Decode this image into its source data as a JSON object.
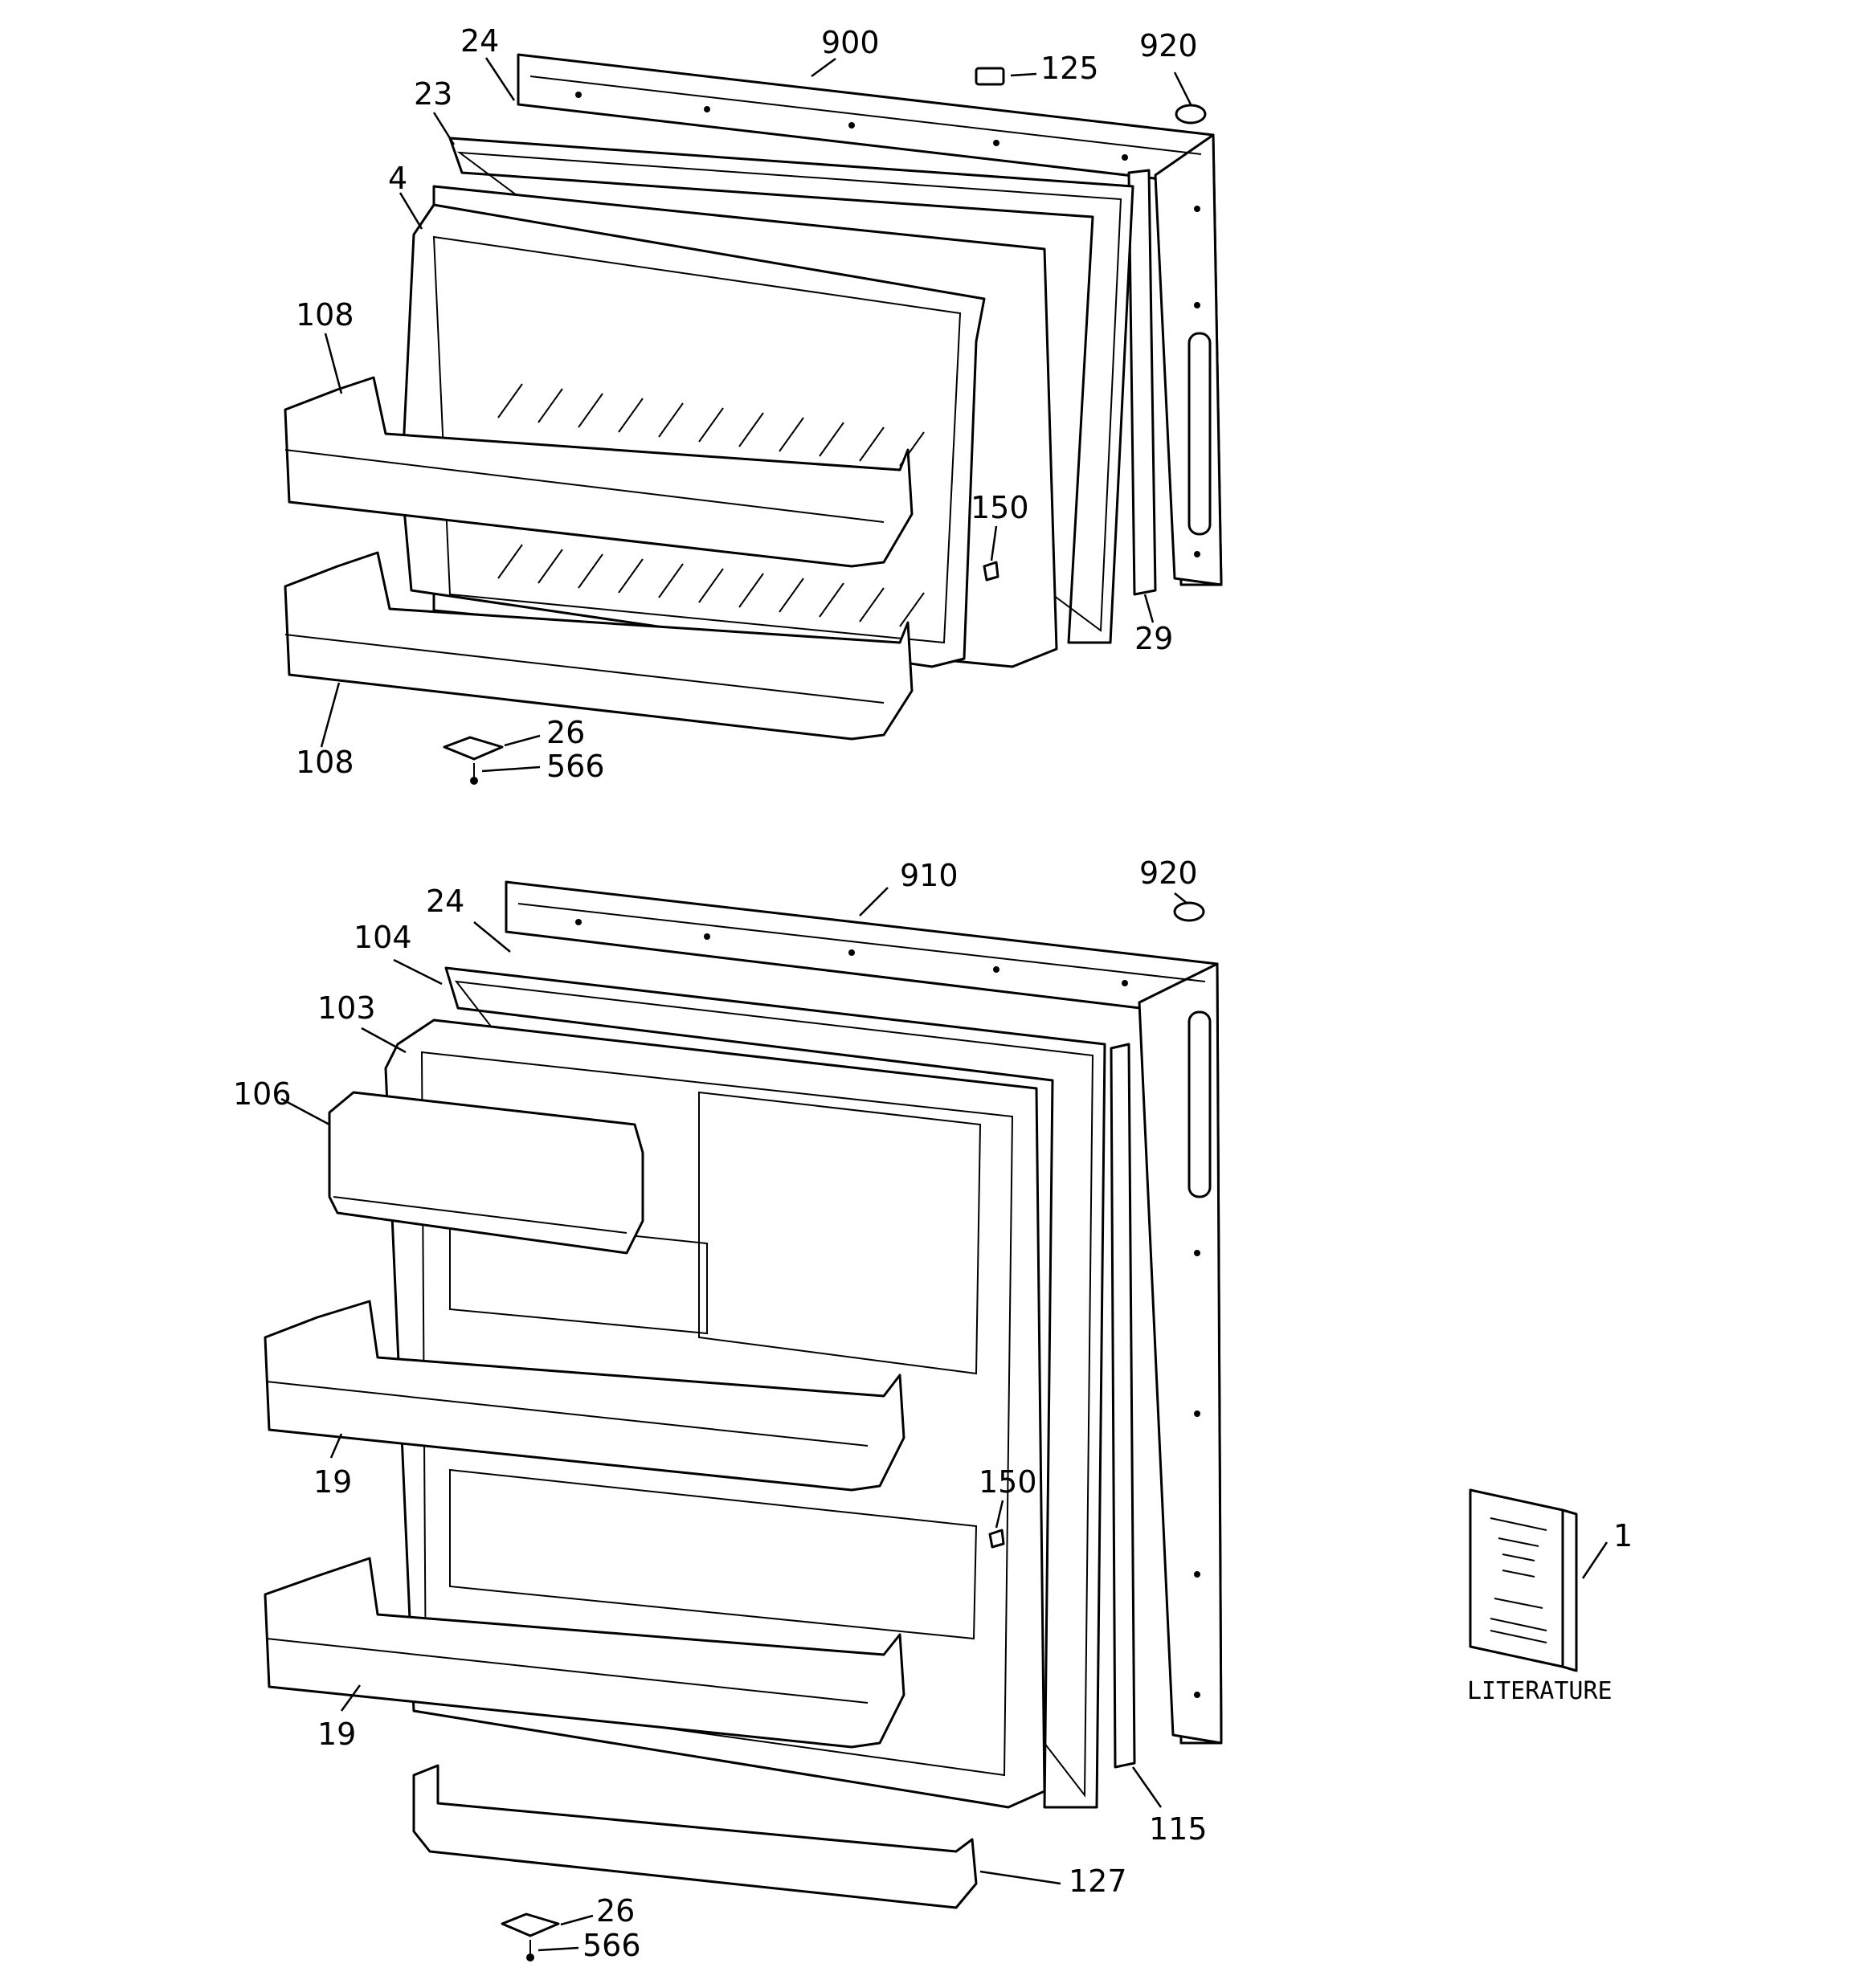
{
  "freezer_door": {
    "labels": {
      "door": "900",
      "plug": "920",
      "clip": "125",
      "gasket_top": "24",
      "gasket": "23",
      "liner": "4",
      "shelf_upper": "108",
      "shelf_lower": "108",
      "screw_plug": "150",
      "breaker_strip": "29",
      "hinge": "26",
      "hinge_screw": "566"
    }
  },
  "fresh_food_door": {
    "labels": {
      "door": "910",
      "plug": "920",
      "gasket_top": "24",
      "gasket": "104",
      "liner": "103",
      "dairy_door": "106",
      "shelf_upper": "19",
      "shelf_lower": "19",
      "screw_plug": "150",
      "breaker_strip": "115",
      "bottom_shelf": "127",
      "hinge": "26",
      "hinge_screw": "566"
    }
  },
  "literature": {
    "label": "1",
    "caption": "LITERATURE"
  }
}
